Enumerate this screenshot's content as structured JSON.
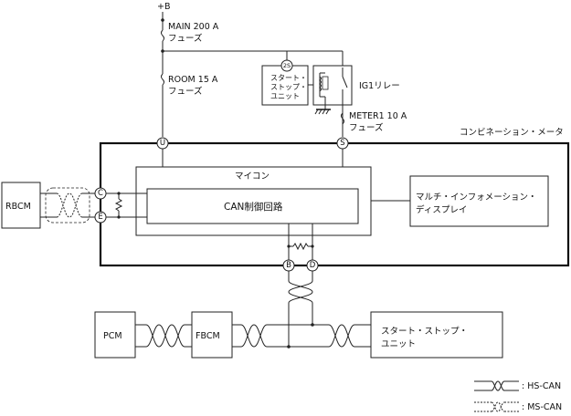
{
  "supply": {
    "label": "+B"
  },
  "fuses": {
    "main": {
      "line1": "MAIN 200 A",
      "line2": "フューズ"
    },
    "room": {
      "line1": "ROOM 15 A",
      "line2": "フューズ"
    },
    "meter1": {
      "line1": "METER1 10 A",
      "line2": "フューズ"
    }
  },
  "relay_block": {
    "unit_label_lines": [
      "スタート・",
      "ストップ・",
      "ユニット"
    ],
    "unit_pin": "2S",
    "relay_label": "IG1リレー"
  },
  "combination_meter": {
    "title": "コンビネーション・メータ",
    "pins": {
      "power": "U",
      "ignition": "S",
      "can_h_left": "C",
      "can_l_left": "E",
      "can_h_bottom": "B",
      "can_l_bottom": "D"
    },
    "microcomputer": "マイコン",
    "can_circuit": "CAN制御回路",
    "info_display_lines": [
      "マルチ・インフォメーション・",
      "ディスプレイ"
    ]
  },
  "modules": {
    "rbcm": "RBCM",
    "pcm": "PCM",
    "fbcm": "FBCM",
    "start_stop_lines": [
      "スタート・ストップ・",
      "ユニット"
    ]
  },
  "legend": {
    "hs_can": ": HS-CAN",
    "ms_can": ": MS-CAN"
  }
}
